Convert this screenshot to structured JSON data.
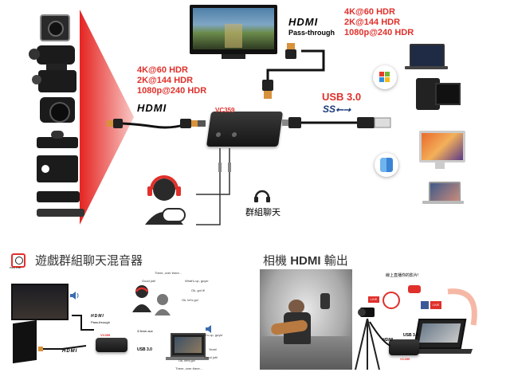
{
  "top": {
    "model": "VC359",
    "hdmi_in_label": "HDMI",
    "hdmi_pass_label": "HDMI",
    "pass_through_label": "Pass-through",
    "in_specs": [
      "4K@60 HDR",
      "2K@144 HDR",
      "1080p@240 HDR"
    ],
    "pass_specs": [
      "4K@60 HDR",
      "2K@144 HDR",
      "1080p@240 HDR"
    ],
    "usb_label": "USB 3.0",
    "usb_logo": "SS⭠⭢",
    "chat_label": "群組聊天"
  },
  "bottom_left": {
    "title": "遊戲群組聊天混音器",
    "logo_caption": "Party Chat",
    "hdmi_label": "HDMI",
    "hdmi_pass_label": "HDMI",
    "pass_through_label": "Pass-through",
    "model": "VC359",
    "usb_label": "USB 3.0",
    "aux_label": "3.5mm aux",
    "bubbles": [
      "There, over there...",
      "Good job!",
      "What's up, guys!",
      "Ok, got it!",
      "Ok, let's go!",
      "What's up, guys!",
      "Good job!",
      "Yeah!",
      "Ok, let's go!",
      "There, over there..."
    ]
  },
  "bottom_right": {
    "title_pre": "相機",
    "title_hdmi": "HDMI",
    "title_post": "輸出",
    "stream_caption": "線上直播你的影片!",
    "live_label": "LIVE",
    "hdmi_label": "HDMI",
    "usb_label": "USB 3.0",
    "model": "VC359"
  },
  "colors": {
    "accent": "#e0302b",
    "dark": "#1b1b1b"
  },
  "icons": [
    "camera-icon",
    "gamepad-icon",
    "headset-icon",
    "windows-icon",
    "finder-icon",
    "speaker-icon",
    "tripod-icon",
    "live-icon"
  ]
}
